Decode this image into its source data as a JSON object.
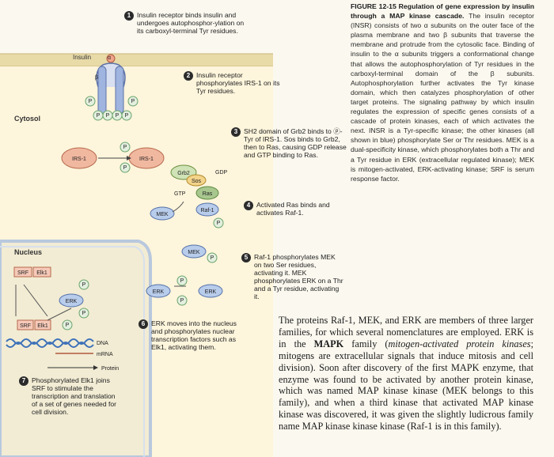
{
  "figure": {
    "labels": {
      "insulin": "Insulin",
      "alpha": "α",
      "beta": "β",
      "cytosol": "Cytosol",
      "nucleus": "Nucleus",
      "p": "P",
      "irs1": "IRS-1",
      "grb2": "Grb2",
      "sos": "Sos",
      "ras": "Ras",
      "gdp": "GDP",
      "gtp": "GTP",
      "raf1": "Raf-1",
      "mek": "MEK",
      "erk": "ERK",
      "srf": "SRF",
      "elk1": "Elk1",
      "dna": "DNA",
      "mrna": "mRNA",
      "protein": "Protein"
    },
    "steps": [
      {
        "num": "1",
        "text": "Insulin receptor binds insulin and undergoes autophosphor-ylation on its carboxyl-terminal Tyr residues."
      },
      {
        "num": "2",
        "text": "Insulin receptor phosphorylates IRS-1 on its Tyr residues."
      },
      {
        "num": "3",
        "text": "SH2 domain of Grb2 binds to ⓟ-Tyr of IRS-1. Sos binds to Grb2, then to Ras, causing GDP release and GTP binding to Ras."
      },
      {
        "num": "4",
        "text": "Activated Ras binds and activates Raf-1."
      },
      {
        "num": "5",
        "text": "Raf-1 phosphorylates MEK on two Ser residues, activating it. MEK phosphorylates ERK on a Thr and a Tyr residue, activating it."
      },
      {
        "num": "6",
        "text": "ERK moves into the nucleus and phosphorylates nuclear transcription factors such as Elk1, activating them."
      },
      {
        "num": "7",
        "text": "Phosphorylated Elk1 joins SRF to stimulate the transcription and translation of a set of genes needed for cell division."
      }
    ]
  },
  "caption": {
    "label": "FIGURE 12-15",
    "title": "Regulation of gene expression by insulin through a MAP kinase cascade.",
    "text": "The insulin receptor (INSR) consists of two α subunits on the outer face of the plasma membrane and two β subunits that traverse the membrane and protrude from the cytosolic face. Binding of insulin to the α subunits triggers a conformational change that allows the autophosphorylation of Tyr residues in the carboxyl-terminal domain of the β subunits. Autophosphorylation further activates the Tyr kinase domain, which then catalyzes phosphorylation of other target proteins. The signaling pathway by which insulin regulates the expression of specific genes consists of a cascade of protein kinases, each of which activates the next. INSR is a Tyr-specific kinase; the other kinases (all shown in blue) phosphorylate Ser or Thr residues. MEK is a dual-specificity kinase, which phosphorylates both a Thr and a Tyr residue in ERK (extracellular regulated kinase); MEK is mitogen-activated, ERK-activating kinase; SRF is serum response factor."
  },
  "body": {
    "p1": "The proteins Raf-1, MEK, and ERK are members of three larger families, for which several nomenclatures are employed. ERK is in the",
    "mapk": "MAPK",
    "p2": "family (",
    "mapk_def": "mitogen-activated protein kinases",
    "p3": "; mitogens are extracellular signals that induce mitosis and cell division). Soon after discovery of the first MAPK enzyme, that enzyme was found to be activated by another protein kinase, which was named MAP kinase kinase (MEK belongs to this family), and when a third kinase that activated MAP kinase kinase was discovered, it was given the slightly ludicrous family name MAP kinase kinase kinase (Raf-1 is in this family)."
  }
}
